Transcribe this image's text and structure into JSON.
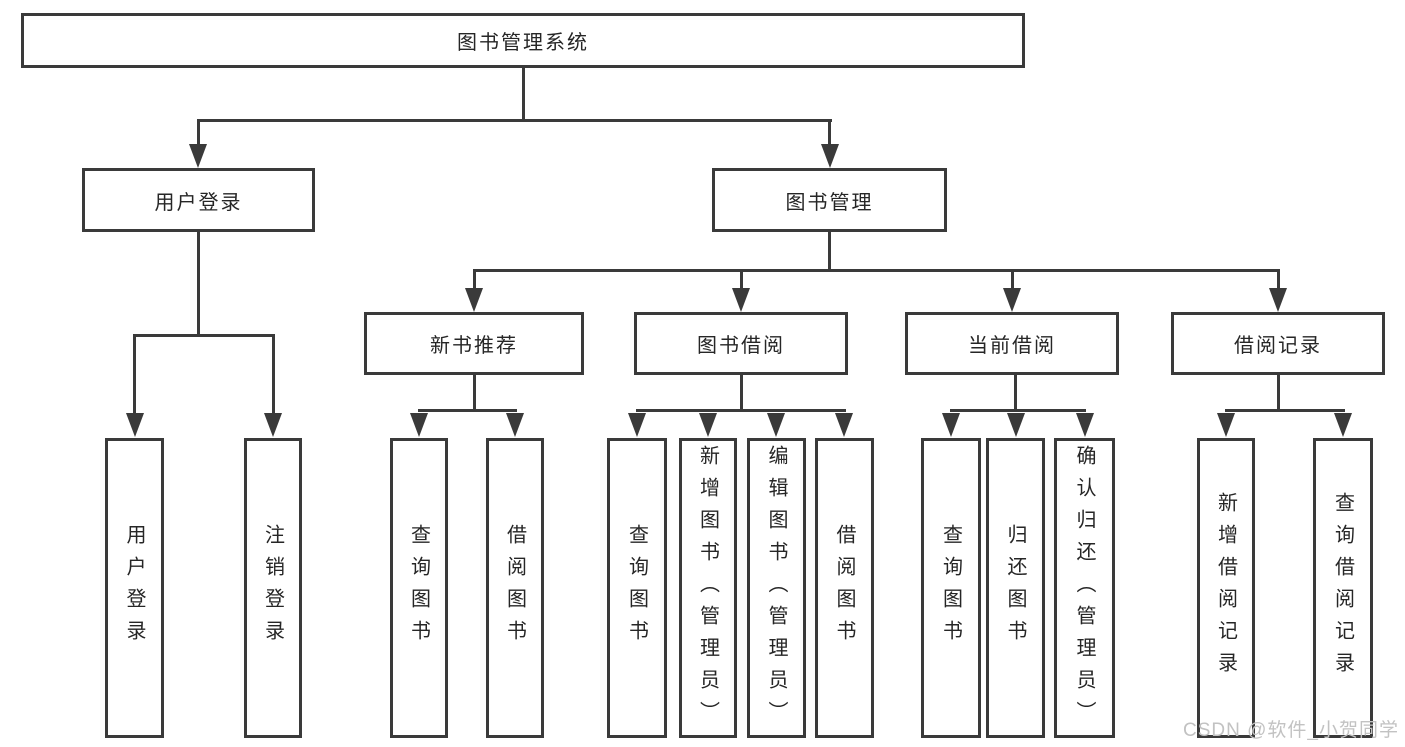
{
  "tree": {
    "root": {
      "label": "图书管理系统"
    },
    "children": [
      {
        "label": "用户登录",
        "children": [
          {
            "label": "用户登录"
          },
          {
            "label": "注销登录"
          }
        ]
      },
      {
        "label": "图书管理",
        "children": [
          {
            "label": "新书推荐",
            "children": [
              {
                "label": "查询图书"
              },
              {
                "label": "借阅图书"
              }
            ]
          },
          {
            "label": "图书借阅",
            "children": [
              {
                "label": "查询图书"
              },
              {
                "label": "新增图书（管理员）"
              },
              {
                "label": "编辑图书（管理员）"
              },
              {
                "label": "借阅图书"
              }
            ]
          },
          {
            "label": "当前借阅",
            "children": [
              {
                "label": "查询图书"
              },
              {
                "label": "归还图书"
              },
              {
                "label": "确认归还（管理员）"
              }
            ]
          },
          {
            "label": "借阅记录",
            "children": [
              {
                "label": "新增借阅记录"
              },
              {
                "label": "查询借阅记录"
              }
            ]
          }
        ]
      }
    ]
  },
  "watermark": "CSDN @软件_小贺同学",
  "colors": {
    "line": "#3a3a3a",
    "text": "#262626",
    "box-bg": "#ffffff",
    "watermark": "#c2c2c2",
    "background": "#ffffff"
  }
}
